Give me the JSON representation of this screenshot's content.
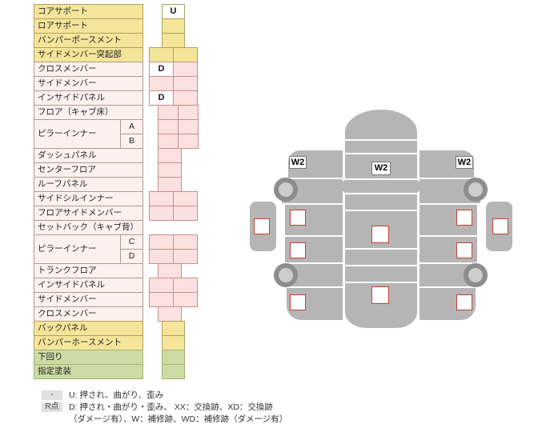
{
  "table": {
    "rows": [
      {
        "label": "コアサポート",
        "type": "yellow",
        "cells": [
          {
            "o": 16,
            "w": 29,
            "v": "U"
          }
        ]
      },
      {
        "label": "ロアサポート",
        "type": "yellow",
        "cells": [
          {
            "o": 16,
            "w": 29
          }
        ]
      },
      {
        "label": "バンパーポースメント",
        "type": "yellow",
        "cells": [
          {
            "o": 16,
            "w": 29
          }
        ]
      },
      {
        "label": "サイドメンバー突起部",
        "type": "yellow",
        "cells": [
          {
            "o": 0,
            "w": 31
          },
          {
            "o": 30,
            "w": 31
          }
        ]
      },
      {
        "label": "クロスメンバー",
        "type": "pink",
        "cells": [
          {
            "o": 0,
            "w": 31,
            "v": "D"
          },
          {
            "o": 30,
            "w": 31
          }
        ]
      },
      {
        "label": "サイドメンバー",
        "type": "pink",
        "cells": [
          {
            "o": 0,
            "w": 31
          },
          {
            "o": 30,
            "w": 31
          }
        ]
      },
      {
        "label": "インサイドパネル",
        "type": "pink",
        "cells": [
          {
            "o": 0,
            "w": 31,
            "v": "D"
          },
          {
            "o": 30,
            "w": 31
          }
        ]
      },
      {
        "label": "フロア（キャブ床）",
        "type": "pink",
        "cells": [
          {
            "o": 11,
            "w": 26
          },
          {
            "o": 36,
            "w": 26
          }
        ]
      },
      {
        "label": "A",
        "type": "pink",
        "sub": true,
        "cells": [
          {
            "o": 11,
            "w": 26
          },
          {
            "o": 36,
            "w": 26
          }
        ]
      },
      {
        "label": "B",
        "type": "pink",
        "sub": true,
        "cells": [
          {
            "o": 11,
            "w": 26
          },
          {
            "o": 36,
            "w": 26
          }
        ]
      },
      {
        "label": "ダッシュパネル",
        "type": "pink",
        "cells": [
          {
            "o": 11,
            "w": 30
          }
        ]
      },
      {
        "label": "センターフロア",
        "type": "pink",
        "cells": [
          {
            "o": 11,
            "w": 30
          }
        ]
      },
      {
        "label": "ルーフパネル",
        "type": "pink",
        "cells": [
          {
            "o": 11,
            "w": 30
          }
        ]
      },
      {
        "label": "サイドシルインナー",
        "type": "pink",
        "cells": [
          {
            "o": 0,
            "w": 31
          },
          {
            "o": 30,
            "w": 31
          }
        ]
      },
      {
        "label": "フロアサイドメンバー",
        "type": "pink",
        "cells": [
          {
            "o": 0,
            "w": 31
          },
          {
            "o": 30,
            "w": 31
          }
        ]
      },
      {
        "label": "セットバック（キャブ背）",
        "type": "pink",
        "cells": []
      },
      {
        "label": "C",
        "type": "pink",
        "sub": true,
        "cells": [
          {
            "o": 0,
            "w": 31
          },
          {
            "o": 30,
            "w": 31
          }
        ]
      },
      {
        "label": "D",
        "type": "pink",
        "sub": true,
        "cells": [
          {
            "o": 0,
            "w": 31
          },
          {
            "o": 30,
            "w": 31
          }
        ]
      },
      {
        "label": "トランクフロア",
        "type": "pink",
        "cells": [
          {
            "o": 11,
            "w": 30
          }
        ]
      },
      {
        "label": "インサイドパネル",
        "type": "pink",
        "cells": [
          {
            "o": 0,
            "w": 31
          },
          {
            "o": 30,
            "w": 31
          }
        ]
      },
      {
        "label": "サイドメンバー",
        "type": "pink",
        "cells": [
          {
            "o": 0,
            "w": 31
          },
          {
            "o": 30,
            "w": 31
          }
        ]
      },
      {
        "label": "クロスメンバー",
        "type": "pink",
        "cells": [
          {
            "o": 11,
            "w": 30
          }
        ]
      },
      {
        "label": "バックパネル",
        "type": "yellow",
        "cells": [
          {
            "o": 16,
            "w": 29
          }
        ]
      },
      {
        "label": "バンパーホースメント",
        "type": "yellow",
        "cells": [
          {
            "o": 16,
            "w": 29
          }
        ]
      },
      {
        "label": "下回り",
        "type": "green",
        "cells": [
          {
            "o": 16,
            "w": 29
          }
        ]
      },
      {
        "label": "指定塗装",
        "type": "green",
        "cells": [
          {
            "o": 16,
            "w": 29
          }
        ]
      }
    ],
    "groups": [
      {
        "label": "ピラーインナー",
        "startRow": 8,
        "span": 2
      },
      {
        "label": "ピラーインナー",
        "startRow": 16,
        "span": 2
      }
    ]
  },
  "diagram": {
    "markers": [
      {
        "label": "W2"
      },
      {
        "label": "W2"
      },
      {
        "label": "W2"
      }
    ]
  },
  "legend": {
    "items": [
      {
        "badge": "-",
        "text": "U: 押され、曲がり、歪み"
      },
      {
        "badge": "R点",
        "text": "D: 押され・曲がり・歪み、 XX：交換跡、XD：交換跡",
        "text2": "（ダメージ有）、W：補修跡、WD：補修跡（ダメージ有）"
      }
    ]
  }
}
